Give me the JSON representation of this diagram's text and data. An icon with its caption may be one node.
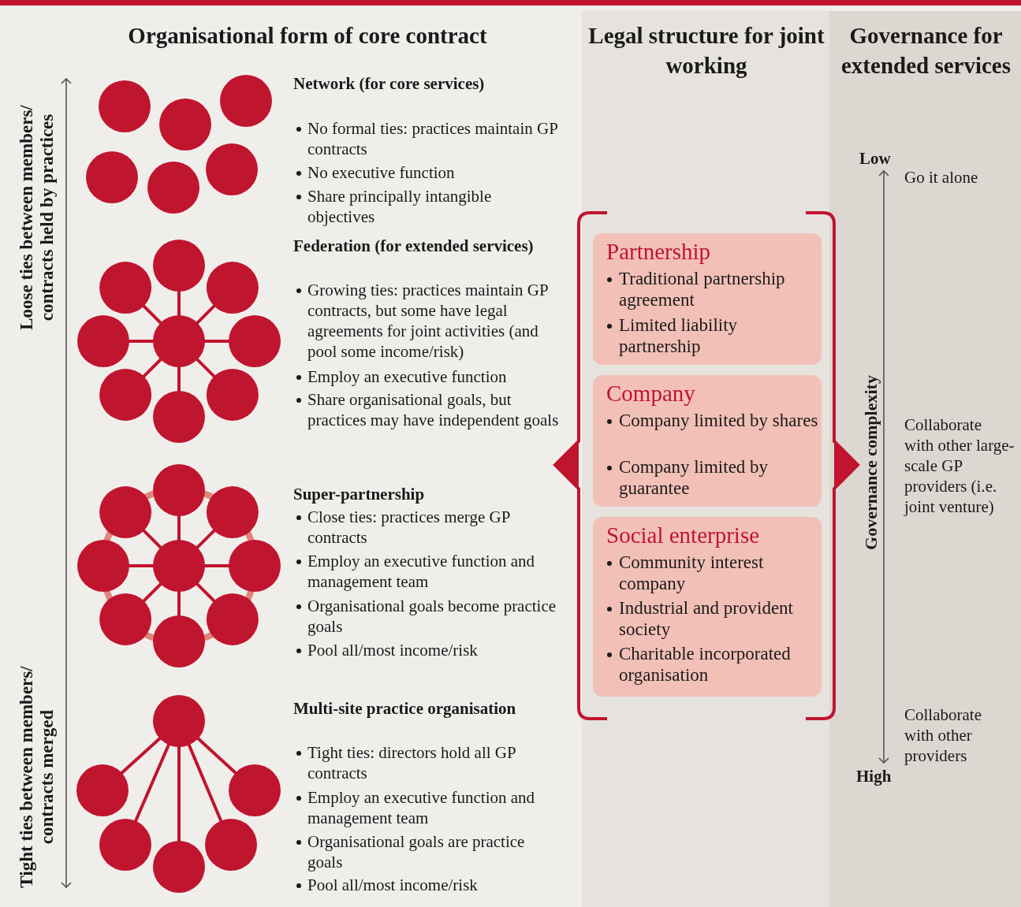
{
  "diagram": {
    "nodes": [
      {
        "text": [
          "Partnership",
          "Traditional partnership agreement",
          "Limited liability partnership"
        ]
      },
      {
        "text": [
          "Company",
          "Company limited by shares",
          "Company limited by guarantee"
        ]
      },
      {
        "text": [
          "Social enterprise",
          "Community interest company",
          "Industrial and provident society",
          "Charitable incorporated organisation"
        ]
      }
    ],
    "labels": [
      "Organisational form of core contract",
      "Legal structure for joint working",
      "Governance for extended services",
      "Loose ties between members/ contracts held by practices",
      "Network (for core services)",
      "No formal ties: practices maintain GP contracts",
      "No executive function",
      "Share principally intangible objectives",
      "Federation (for extended services)",
      "Growing ties: practices maintain GP contracts, but some have legal agreements for joint activities (and pool some income/risk)",
      "Employ an executive function",
      "Share organisational goals, but practices may have independent goals",
      "Super-partnership",
      "Close ties: practices merge GP contracts",
      "Employ an executive function and management team",
      "Organisational goals become practice goals",
      "Pool all/most income/risk",
      "Multi-site practice organisation",
      "Tight ties: directors hold all GP contracts",
      "Employ an executive function and management team",
      "Organisational goals are practice goals",
      "Pool all/most income/risk",
      "Tight ties between members/ contracts merged",
      "Low",
      "Go it alone",
      "Governance complexity",
      "Collaborate with other large-scale GP providers (i.e. joint venture)",
      "Collaborate with other providers",
      "High"
    ]
  }
}
